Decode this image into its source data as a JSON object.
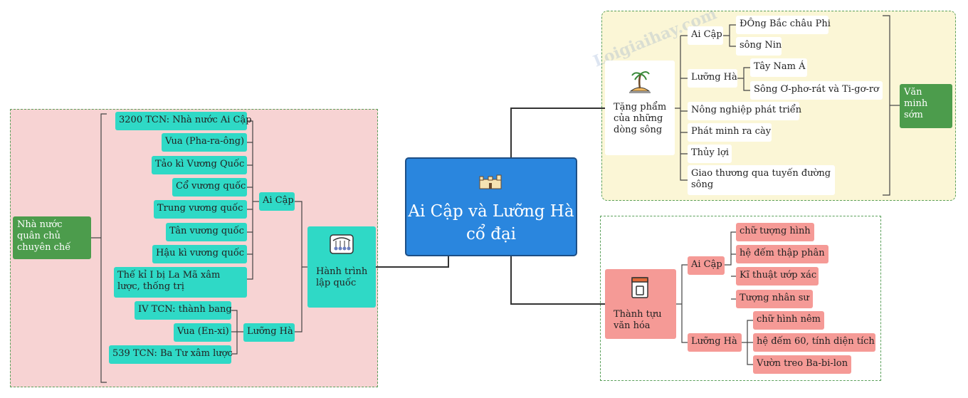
{
  "center": {
    "title": "Ai Cập và Lưỡng Hà cổ đại",
    "icon": "castle-icon"
  },
  "watermark": "Loigiaihay.com",
  "left": {
    "branch_label": "Hành trình lập quốc",
    "branch_icon": "cradle-icon",
    "summary": "Nhà nước quân chủ chuyên chế",
    "ai_cap": {
      "label": "Ai Cập",
      "items": [
        "3200 TCN: Nhà nước Ai Cập",
        "Vua (Pha-ra-ông)",
        "Tảo kì Vương Quốc",
        "Cổ vương quốc",
        "Trung vương quốc",
        "Tân vương quốc",
        "Hậu kì vương quốc",
        "Thế kỉ I bị La Mã xâm lược, thống trị"
      ]
    },
    "luong_ha": {
      "label": "Lưỡng Hà",
      "items": [
        "IV TCN: thành bang",
        "Vua (En-xi)",
        "539 TCN: Ba Tư xâm lược"
      ]
    }
  },
  "top_right": {
    "branch_label": "Tặng phẩm của những dòng sông",
    "branch_icon": "island-icon",
    "summary": "Văn minh sớm",
    "ai_cap": {
      "label": "Ai Cập",
      "items": [
        "ĐÔng Bắc châu Phi",
        "sông Nin"
      ]
    },
    "luong_ha": {
      "label": "Lưỡng Hà",
      "items": [
        "Tây Nam Á",
        "Sông Ơ-phơ-rát và Ti-gơ-rơ"
      ]
    },
    "others": [
      "Nông nghiệp phát triển",
      "Phát minh ra cày",
      "Thủy lợi",
      "Giao thương qua tuyến đường sông"
    ]
  },
  "bottom_right": {
    "branch_label": "Thành tựu văn hóa",
    "branch_icon": "document-icon",
    "ai_cap": {
      "label": "Ai Cập",
      "items": [
        "chữ tượng hình",
        "hệ đếm thập phân",
        "Kĩ thuật ướp xác",
        "Tượng nhân sư"
      ]
    },
    "luong_ha": {
      "label": "Lưỡng Hà",
      "items": [
        "chữ hình nêm",
        "hệ đếm 60, tính diện tích",
        "Vườn treo Ba-bi-lon"
      ]
    }
  }
}
